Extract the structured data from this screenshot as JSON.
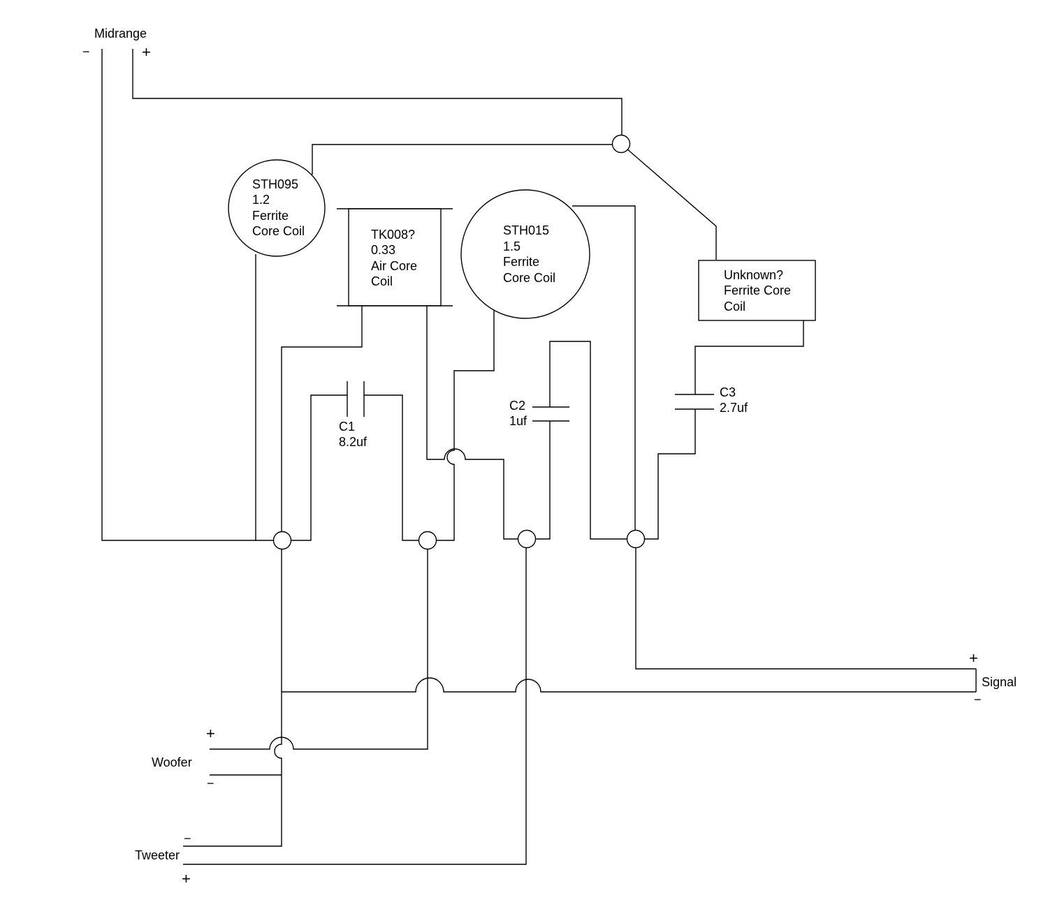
{
  "terminals": {
    "midrange": {
      "label": "Midrange",
      "minus": "−",
      "plus": "+"
    },
    "woofer": {
      "label": "Woofer",
      "plus": "+",
      "minus": "−"
    },
    "tweeter": {
      "label": "Tweeter",
      "minus": "−",
      "plus": "+"
    },
    "signal": {
      "label": "Signal",
      "plus": "+",
      "minus": "−"
    }
  },
  "components": {
    "sth095": {
      "lines": [
        "STH095",
        "1.2",
        "Ferrite",
        "Core Coil"
      ]
    },
    "tk008": {
      "lines": [
        "TK008?",
        "0.33",
        "Air Core",
        "Coil"
      ]
    },
    "sth015": {
      "lines": [
        "STH015",
        "1.5",
        "Ferrite",
        "Core Coil"
      ]
    },
    "unknown": {
      "lines": [
        "Unknown?",
        "Ferrite Core",
        "Coil"
      ]
    },
    "c1": {
      "name": "C1",
      "value": "8.2uf"
    },
    "c2": {
      "name": "C2",
      "value": "1uf"
    },
    "c3": {
      "name": "C3",
      "value": "2.7uf"
    }
  }
}
